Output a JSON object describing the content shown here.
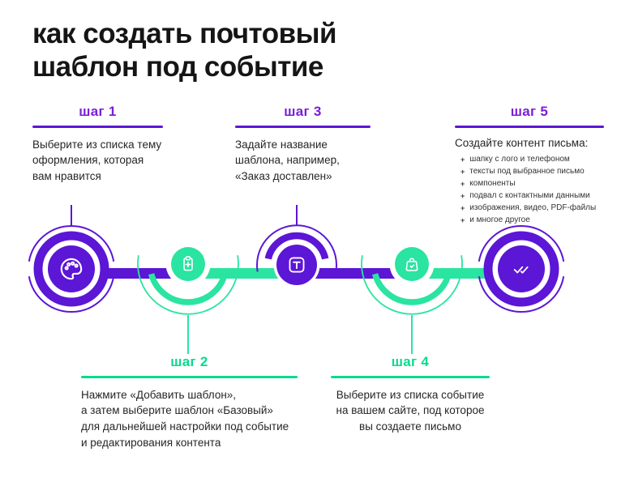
{
  "title": {
    "text": "как создать почтовый\nшаблон под событие"
  },
  "colors": {
    "purple": "#5C16D6",
    "purple_header": "#7A1ED9",
    "green_fill": "#2AE4A1",
    "green_accent": "#04DC8D",
    "title_color": "#151515",
    "body_color": "#262626"
  },
  "steps": [
    {
      "label": "шаг 1",
      "text": "Выберите из списка тему\nоформления, которая\nвам нравится"
    },
    {
      "label": "шаг 2",
      "text": "Нажмите «Добавить шаблон»,\nа затем выберите шаблон «Базовый»\nдля дальнейшей настройки под событие\nи редактирования контента"
    },
    {
      "label": "шаг 3",
      "text": "Задайте название\nшаблона, например,\n«Заказ доставлен»"
    },
    {
      "label": "шаг 4",
      "text": "Выберите из списка событие\nна вашем сайте, под которое\nвы создаете письмо"
    },
    {
      "label": "шаг 5",
      "heading": "Создайте контент письма:",
      "bullet_char": "+",
      "bullets": [
        "шапку с лого и телефоном",
        "тексты под выбранное письмо",
        "компоненты",
        "подвал с контактными данными",
        "изображения, видео, PDF-файлы",
        "и многое другое"
      ]
    }
  ],
  "timeline": {
    "icons": [
      "palette",
      "clipboard-plus",
      "text-template",
      "shopping-bag-check",
      "double-check"
    ]
  }
}
